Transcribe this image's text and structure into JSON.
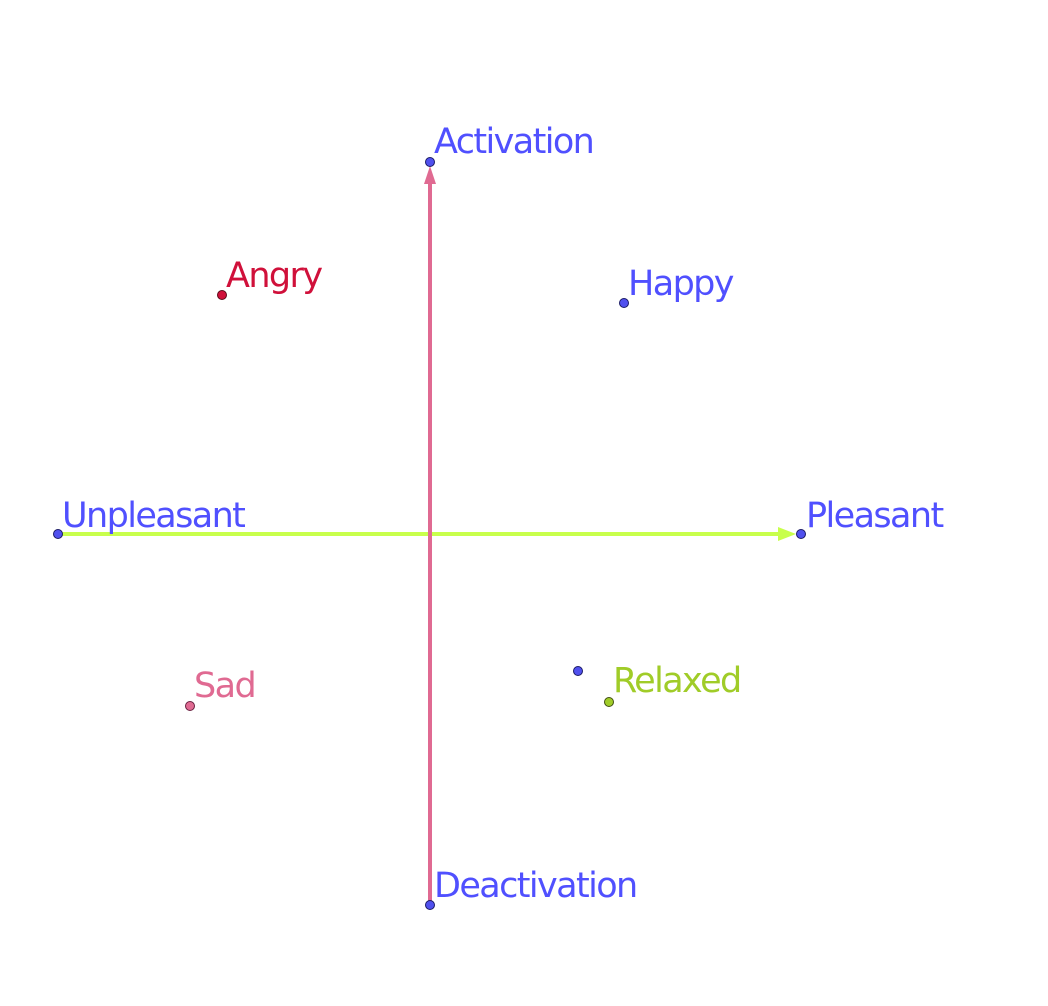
{
  "diagram": {
    "axes": {
      "vertical": {
        "color": "#e06a92"
      },
      "horizontal": {
        "color": "#c8ff4c"
      }
    },
    "labels": {
      "activation": "Activation",
      "deactivation": "Deactivation",
      "unpleasant": "Unpleasant",
      "pleasant": "Pleasant",
      "angry": "Angry",
      "happy": "Happy",
      "sad": "Sad",
      "relaxed": "Relaxed"
    },
    "colors": {
      "label_blue": "#5050ff",
      "angry": "#d0103a",
      "sad": "#e06a92",
      "relaxed": "#a0cc28",
      "point_blue": "#5050ee"
    }
  }
}
